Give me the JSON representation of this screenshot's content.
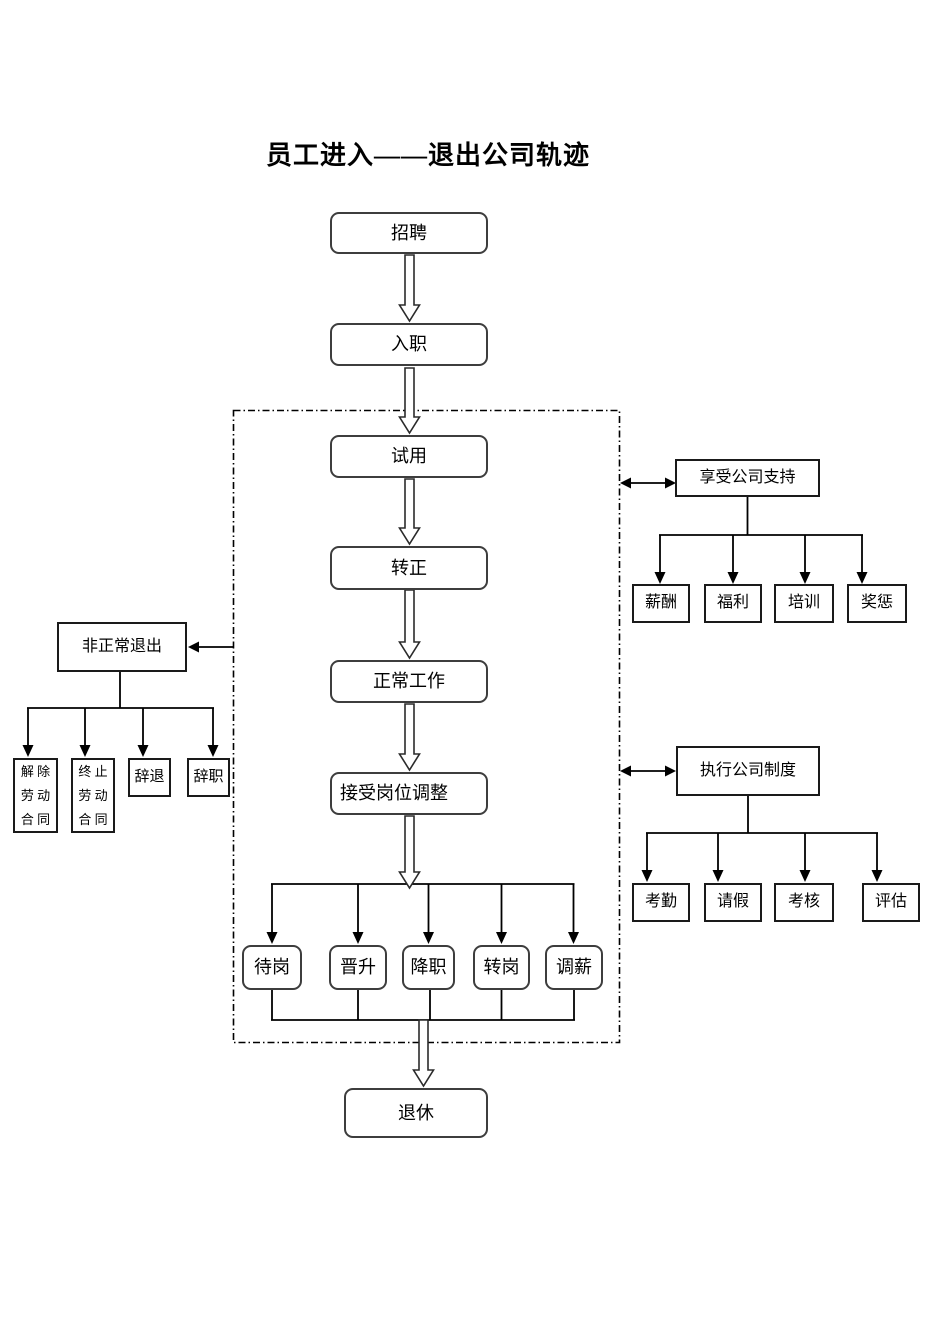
{
  "title": "员工进入——退出公司轨迹",
  "colors": {
    "background": "#ffffff",
    "line": "#000000",
    "rounded_box_border": "#3d3d3d"
  },
  "main_flow": {
    "recruit": "招聘",
    "onboard": "入职",
    "probation": "试用",
    "regular": "转正",
    "normal_work": "正常工作",
    "post_adjust": "接受岗位调整",
    "retire": "退休"
  },
  "adjustment_options": [
    "待岗",
    "晋升",
    "降职",
    "转岗",
    "调薪"
  ],
  "company_support": {
    "title": "享受公司支持",
    "items": [
      "薪酬",
      "福利",
      "培训",
      "奖惩"
    ]
  },
  "company_policy": {
    "title": "执行公司制度",
    "items": [
      "考勤",
      "请假",
      "考核",
      "评估"
    ]
  },
  "abnormal_exit": {
    "title": "非正常退出",
    "items": [
      "解 除\n劳 动\n合 同",
      "终 止\n劳 动\n合 同",
      "辞退",
      "辞职"
    ]
  }
}
